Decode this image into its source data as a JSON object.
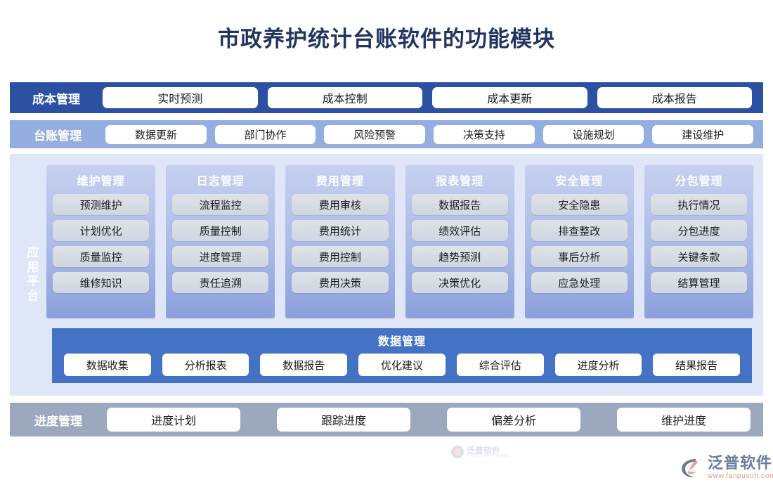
{
  "title": "市政养护统计台账软件的功能模块",
  "rows": {
    "cost": {
      "label": "成本管理",
      "items": [
        "实时预测",
        "成本控制",
        "成本更新",
        "成本报告"
      ],
      "color": "#2c51a3"
    },
    "ledger": {
      "label": "台账管理",
      "items": [
        "数据更新",
        "部门协作",
        "风险预警",
        "决策支持",
        "设施规划",
        "建设维护"
      ],
      "color": "#94aee0"
    },
    "progress": {
      "label": "进度管理",
      "items": [
        "进度计划",
        "跟踪进度",
        "偏差分析",
        "维护进度"
      ],
      "color": "#9ba8bd"
    }
  },
  "platform": {
    "label": "应用平台",
    "background": "#dfe6f7",
    "columns": [
      {
        "title": "维护管理",
        "items": [
          "预测维护",
          "计划优化",
          "质量监控",
          "维修知识"
        ]
      },
      {
        "title": "日志管理",
        "items": [
          "流程监控",
          "质量控制",
          "进度管理",
          "责任追溯"
        ]
      },
      {
        "title": "费用管理",
        "items": [
          "费用审核",
          "费用统计",
          "费用控制",
          "费用决策"
        ]
      },
      {
        "title": "报表管理",
        "items": [
          "数据报告",
          "绩效评估",
          "趋势预测",
          "决策优化"
        ]
      },
      {
        "title": "安全管理",
        "items": [
          "安全隐患",
          "排查整改",
          "事后分析",
          "应急处理"
        ]
      },
      {
        "title": "分包管理",
        "items": [
          "执行情况",
          "分包进度",
          "关键条款",
          "结算管理"
        ]
      }
    ],
    "data_management": {
      "title": "数据管理",
      "color": "#4472c4",
      "items": [
        "数据收集",
        "分析报表",
        "数据报告",
        "优化建议",
        "综合评估",
        "进度分析",
        "结果报告"
      ]
    }
  },
  "watermark": {
    "cn": "泛普软件",
    "en": "FANPU SOFTWARE"
  },
  "brand": {
    "name": "泛普软件",
    "url": "www.fanpusoft.com",
    "mark_color": "#6a7d9e",
    "accent_color": "#e8a48c"
  }
}
